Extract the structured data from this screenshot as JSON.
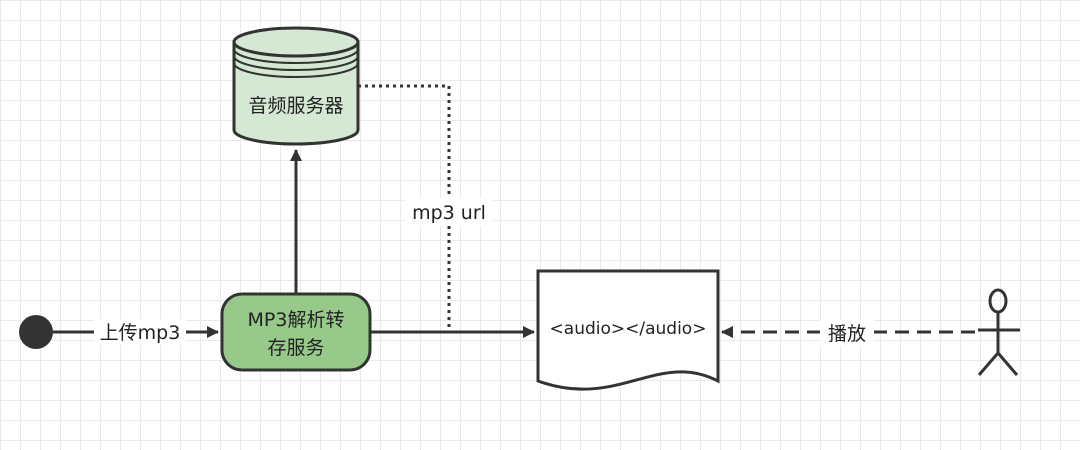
{
  "nodes": {
    "audio_server": "音频服务器",
    "mp3_service_line1": "MP3解析转",
    "mp3_service_line2": "存服务",
    "audio_document": "<audio></audio>"
  },
  "edges": {
    "upload_label": "上传mp3",
    "url_label": "mp3 url",
    "play_label": "播放"
  },
  "colors": {
    "db_fill": "#d5e8d4",
    "service_fill": "#97c98a",
    "stroke": "#333333",
    "grid": "#e9e9e9"
  },
  "icons": {
    "start": "start-node-icon",
    "actor": "actor-stick-figure-icon"
  }
}
